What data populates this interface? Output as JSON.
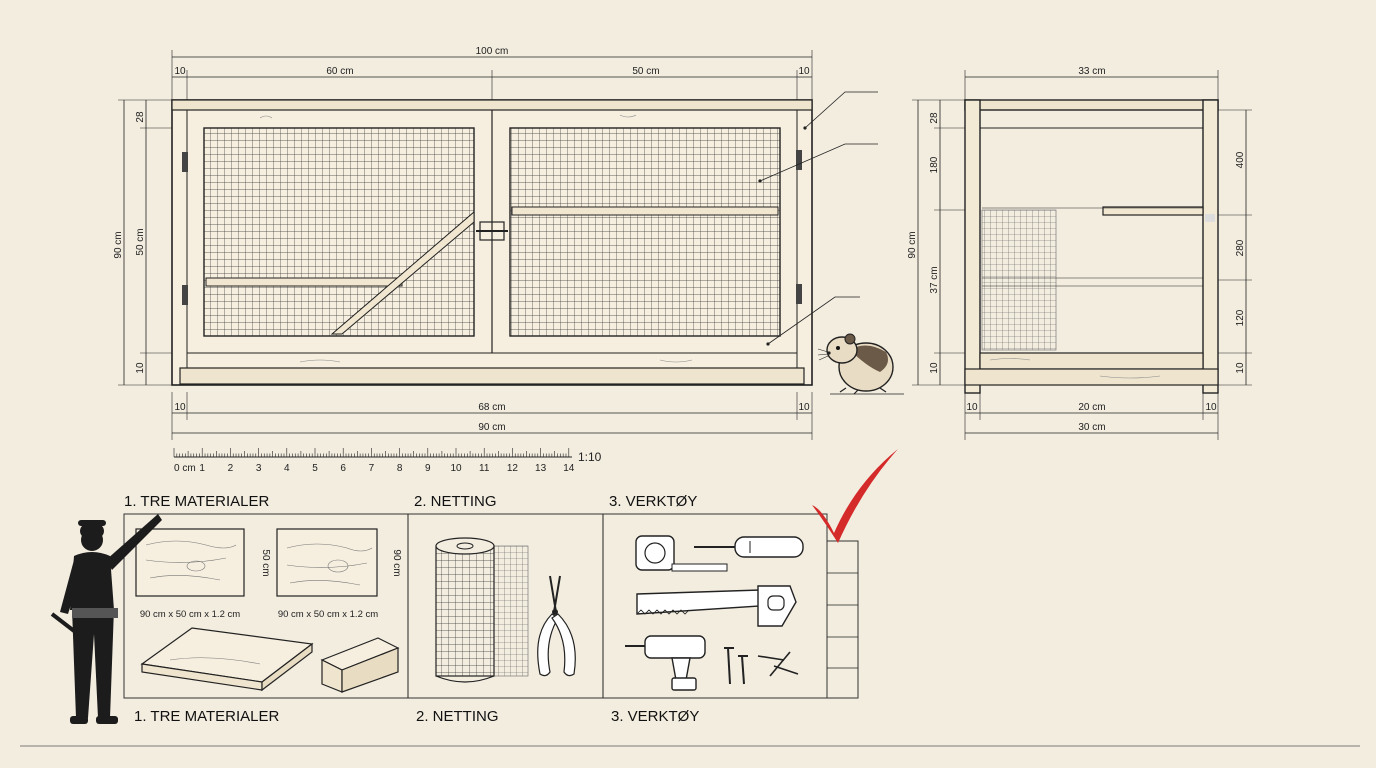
{
  "front_view": {
    "dims": {
      "overall_width": "100 cm",
      "left_section": "60 cm",
      "right_section": "50 cm",
      "left_post": "10",
      "right_post": "10",
      "height_total": "90 cm",
      "height_mid": "50 cm",
      "top_rail": "28",
      "bottom_rail": "10",
      "base_inner": "68 cm",
      "base_total": "90 cm",
      "base_left": "10",
      "base_right": "10"
    }
  },
  "side_view": {
    "dims": {
      "width_top": "33 cm",
      "width_inner": "20 cm",
      "width_total": "30 cm",
      "left_post": "10",
      "right_post": "10",
      "height_total": "90 cm",
      "height_mid": "37 cm",
      "left_top": "28",
      "left_upper": "180",
      "left_bottom": "10",
      "right_top": "400",
      "right_mid": "280",
      "right_low": "120",
      "right_bottom": "10"
    }
  },
  "scale": {
    "labels": [
      "0 cm",
      "1",
      "2",
      "3",
      "4",
      "5",
      "6",
      "7",
      "8",
      "9",
      "10",
      "11",
      "12",
      "13",
      "14"
    ],
    "ratio": "1:10"
  },
  "materials": {
    "sections": [
      {
        "top_heading": "1. TRE MATERIALER",
        "bottom_heading": "1. TRE MATERIALER"
      },
      {
        "top_heading": "2. NETTING",
        "bottom_heading": "2. NETTING"
      },
      {
        "top_heading": "3. VERKTØY",
        "bottom_heading": "3. VERKTØY"
      }
    ],
    "boards": [
      {
        "size": "90 cm x 50 cm x 1.2 cm",
        "side": "50 cm"
      },
      {
        "size": "90 cm x 50 cm x 1.2 cm",
        "side": "90 cm"
      }
    ]
  },
  "colors": {
    "paper": "#f3ede0",
    "ink": "#222222",
    "check": "#d42a2a"
  }
}
